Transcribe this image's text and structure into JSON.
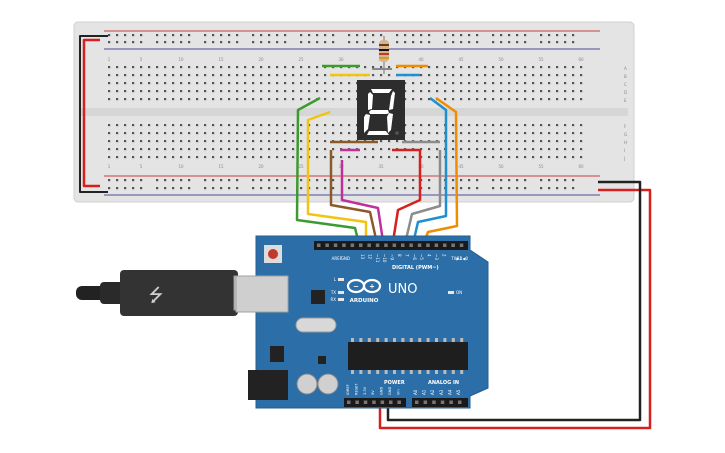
{
  "breadboard": {
    "col_labels": [
      "1",
      "5",
      "10",
      "15",
      "20",
      "25",
      "30",
      "35",
      "40",
      "45",
      "50",
      "55",
      "60"
    ],
    "row_labels_top": [
      "A",
      "B",
      "C",
      "D",
      "E"
    ],
    "row_labels_bottom": [
      "F",
      "G",
      "H",
      "I",
      "J"
    ]
  },
  "display": {
    "digit": "8"
  },
  "arduino": {
    "brand": "ARDUINO",
    "model": "UNO",
    "digital_label": "DIGITAL (PWM~)",
    "power_label": "POWER",
    "analog_label": "ANALOG IN",
    "on_label": "ON",
    "l_label": "L",
    "tx_label": "TX",
    "rx_label": "RX",
    "aref_label": "AREF",
    "gnd_label": "GND",
    "tx1_label": "TX▶1",
    "rx0_label": "RX◀0",
    "digital_pins": [
      "13",
      "12",
      "~11",
      "~10",
      "~9",
      "8",
      "7",
      "~6",
      "~5",
      "4",
      "~3",
      "2"
    ],
    "power_pins": [
      "IOREF",
      "RESET",
      "3.3V",
      "5V",
      "GND",
      "GND",
      "Vin"
    ],
    "analog_pins": [
      "A0",
      "A1",
      "A2",
      "A3",
      "A4",
      "A5"
    ]
  },
  "colors": {
    "board_blue": "#2b6ea8",
    "breadboard": "#e6e6e6",
    "wire_red": "#d6201f",
    "wire_black": "#222222",
    "wire_green": "#3c9a2e",
    "wire_yellow": "#f1c40f",
    "wire_brown": "#8b5a2b",
    "wire_magenta": "#c0309c",
    "wire_grey": "#8c8c8c",
    "wire_blue": "#1f8fd0",
    "wire_orange": "#f08c00",
    "segment_lit": "#ffffff",
    "display_body": "#2d2d2d"
  }
}
